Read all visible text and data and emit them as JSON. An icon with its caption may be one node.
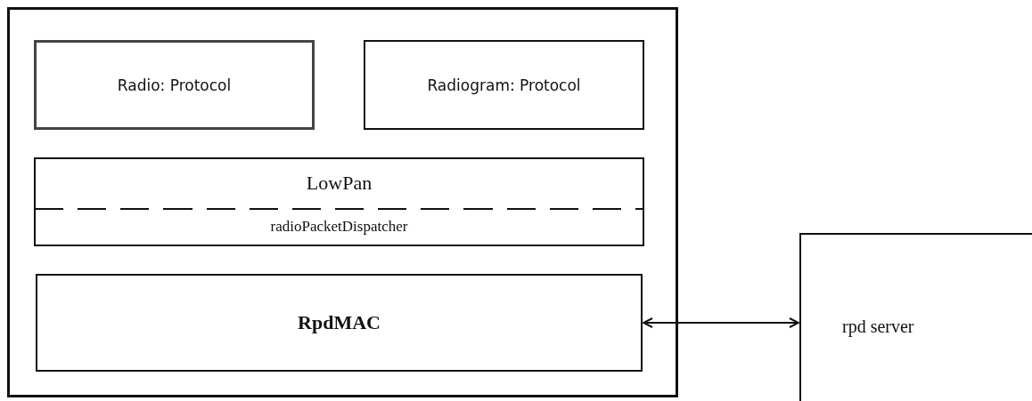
{
  "diagram": {
    "nodes": [
      {
        "text": [],
        "shape": "box"
      },
      {
        "text": [
          "Radio: Protocol"
        ],
        "in": 0
      },
      {
        "text": [
          "Radiogram: Protocol"
        ],
        "in": 0
      },
      {
        "text": [
          "LowPan",
          "radioPacketDispatcher"
        ],
        "in": 0
      },
      {
        "text": [
          "RpdMAC"
        ],
        "in": 0
      },
      {
        "text": [
          "rpd server"
        ]
      }
    ],
    "edges": [
      {
        "from": 4,
        "to": 5,
        "arrow": "both"
      }
    ]
  }
}
